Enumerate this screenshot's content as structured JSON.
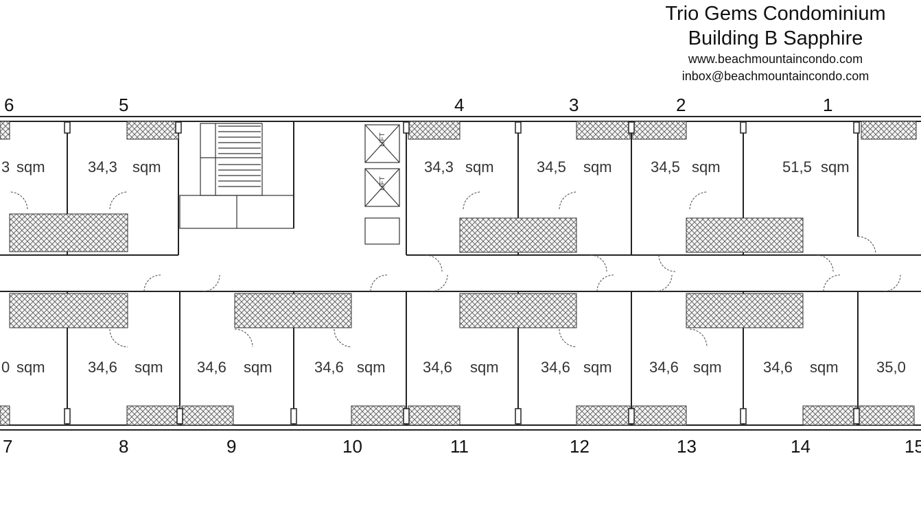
{
  "header": {
    "title": "Trio Gems Condominium",
    "subtitle": "Building B Sapphire",
    "website": "www.beachmountaincondo.com",
    "email": "inbox@beachmountaincondo.com"
  },
  "lift_label": "LIFT",
  "top_units": [
    {
      "number": "6",
      "area": "3",
      "unit": "sqm"
    },
    {
      "number": "5",
      "area": "34,3",
      "unit": "sqm"
    },
    {
      "number": "4",
      "area": "34,3",
      "unit": "sqm"
    },
    {
      "number": "3",
      "area": "34,5",
      "unit": "sqm"
    },
    {
      "number": "2",
      "area": "34,5",
      "unit": "sqm"
    },
    {
      "number": "1",
      "area": "51,5",
      "unit": "sqm"
    }
  ],
  "bottom_units": [
    {
      "number": "7",
      "area": "0",
      "unit": "sqm"
    },
    {
      "number": "8",
      "area": "34,6",
      "unit": "sqm"
    },
    {
      "number": "9",
      "area": "34,6",
      "unit": "sqm"
    },
    {
      "number": "10",
      "area": "34,6",
      "unit": "sqm"
    },
    {
      "number": "11",
      "area": "34,6",
      "unit": "sqm"
    },
    {
      "number": "12",
      "area": "34,6",
      "unit": "sqm"
    },
    {
      "number": "13",
      "area": "34,6",
      "unit": "sqm"
    },
    {
      "number": "14",
      "area": "34,6",
      "unit": "sqm"
    },
    {
      "number": "15",
      "area": "35,0",
      "unit": "sqm"
    }
  ]
}
